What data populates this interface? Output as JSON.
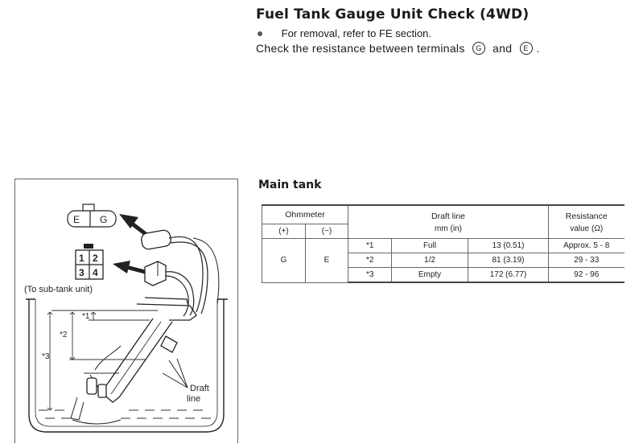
{
  "header": {
    "title": "Fuel Tank Gauge Unit Check (4WD)",
    "bullet_text": "For removal, refer to FE section.",
    "check_text_before": "Check the resistance between terminals",
    "terminal_g": "G",
    "conjunction": "and",
    "terminal_e": "E",
    "check_text_after": "."
  },
  "section": {
    "title": "Main tank"
  },
  "table": {
    "ohmmeter_label": "Ohmmeter",
    "plus_label": "(+)",
    "minus_label": "(−)",
    "draft_line_label": "Draft line",
    "draft_unit_label": "mm (in)",
    "resistance_label_line1": "Resistance",
    "resistance_label_line2": "value (Ω)",
    "plus_value": "G",
    "minus_value": "E",
    "rows": [
      {
        "ref": "*1",
        "level": "Full",
        "draft": "13 (0.51)",
        "resistance": "Approx. 5 - 8"
      },
      {
        "ref": "*2",
        "level": "1/2",
        "draft": "81 (3.19)",
        "resistance": "29 - 33"
      },
      {
        "ref": "*3",
        "level": "Empty",
        "draft": "172 (6.77)",
        "resistance": "92 - 96"
      }
    ]
  },
  "diagram": {
    "connector1_left": "E",
    "connector1_right": "G",
    "pin1": "1",
    "pin2": "2",
    "pin3": "3",
    "pin4": "4",
    "sub_tank_label": "(To sub-tank unit)",
    "ref1": "*1",
    "ref2": "*2",
    "ref3": "*3",
    "draft_label_line1": "Draft",
    "draft_label_line2": "line"
  }
}
